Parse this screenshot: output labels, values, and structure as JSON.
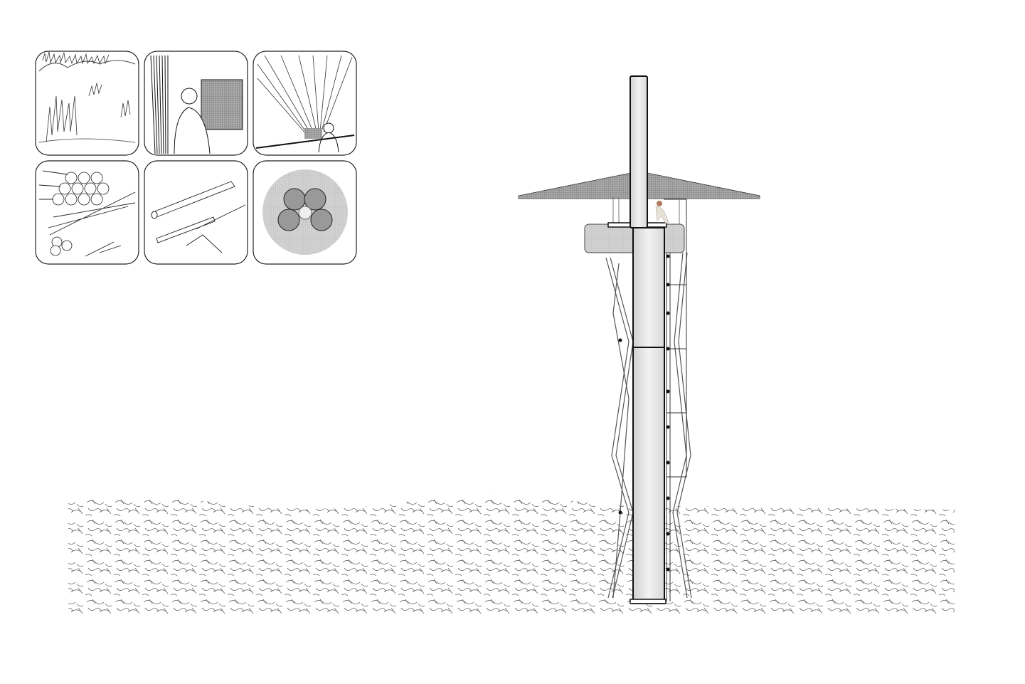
{
  "panels": [
    {
      "id": "reed-field",
      "icon": "reed-field-icon"
    },
    {
      "id": "harvesting-reeds",
      "icon": "person-carrying-reeds-icon"
    },
    {
      "id": "bundling-reeds",
      "icon": "person-bundling-reeds-icon"
    },
    {
      "id": "stacked-reed-bundles",
      "icon": "stacked-bundles-icon"
    },
    {
      "id": "cut-reed-poles",
      "icon": "reed-poles-icon"
    },
    {
      "id": "column-section-plan",
      "icon": "column-section-icon"
    }
  ],
  "colors": {
    "line": "#222222",
    "column_fill": "#e4e4e4",
    "roof_fill": "#8a8a8a",
    "ground_hatch": "#555555",
    "section_fill": "#bdbdbd"
  }
}
